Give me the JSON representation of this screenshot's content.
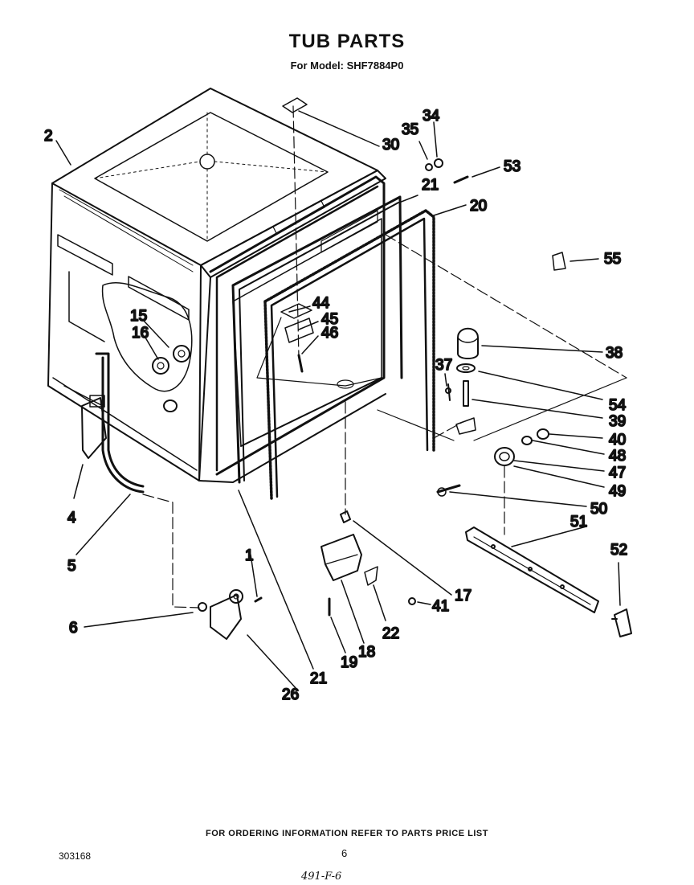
{
  "header": {
    "title": "TUB PARTS",
    "subtitle": "For Model: SHF7884P0"
  },
  "callouts": {
    "c1": "1",
    "c2": "2",
    "c4": "4",
    "c5": "5",
    "c6": "6",
    "c15": "15",
    "c16": "16",
    "c17": "17",
    "c18": "18",
    "c19": "19",
    "c20": "20",
    "c21a": "21",
    "c21b": "21",
    "c22": "22",
    "c26": "26",
    "c30": "30",
    "c34": "34",
    "c35": "35",
    "c37": "37",
    "c38": "38",
    "c39": "39",
    "c40": "40",
    "c41": "41",
    "c44": "44",
    "c45": "45",
    "c46": "46",
    "c47": "47",
    "c48": "48",
    "c49": "49",
    "c50": "50",
    "c51": "51",
    "c52": "52",
    "c53": "53",
    "c54": "54",
    "c55": "55"
  },
  "footer": {
    "ordering_note": "FOR ORDERING INFORMATION REFER TO PARTS PRICE LIST",
    "doc_number": "303168",
    "page_number": "6",
    "handwritten_note": "491-F-6"
  }
}
